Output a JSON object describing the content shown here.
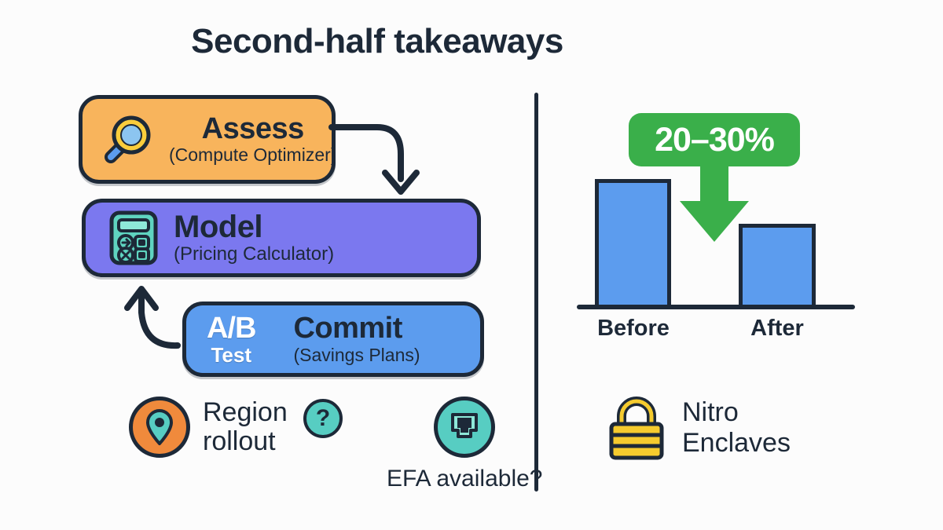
{
  "page": {
    "title": "Second-half takeaways",
    "background": "#fcfcfc",
    "ink": "#1d2938"
  },
  "flow": {
    "steps": [
      {
        "id": "assess",
        "icon": "magnifier-icon",
        "title": "Assess",
        "subtitle": "(Compute Optimizer)",
        "color": "#f8b45c"
      },
      {
        "id": "model",
        "icon": "calculator-icon",
        "title": "Model",
        "subtitle": "(Pricing Calculator)",
        "color": "#7b78ef"
      },
      {
        "id": "commit",
        "icon": "ab-test-label",
        "badge_main": "A/B",
        "badge_sub": "Test",
        "title": "Commit",
        "subtitle": "(Savings Plans)",
        "color": "#5c9cee"
      }
    ],
    "arrows": [
      {
        "id": "assess-to-model",
        "from": "assess",
        "to": "model",
        "direction": "down"
      },
      {
        "id": "commit-to-model",
        "from": "commit",
        "to": "model",
        "direction": "up"
      }
    ]
  },
  "features_left": [
    {
      "id": "region-rollout",
      "icon": "map-pin-icon",
      "icon_color": "#f08a3c",
      "label": "Region\nrollout",
      "badge": "?"
    },
    {
      "id": "efa-available",
      "icon": "ethernet-port-icon",
      "icon_color": "#57cdc2",
      "label": "EFA available?"
    }
  ],
  "features_right": [
    {
      "id": "nitro-enclaves",
      "icon": "padlock-icon",
      "icon_color": "#f5cb2e",
      "label": "Nitro\nEnclaves"
    }
  ],
  "chart_data": {
    "type": "bar",
    "title": "",
    "categories": [
      "Before",
      "After"
    ],
    "values": [
      100,
      75
    ],
    "xlabel": "",
    "ylabel": "",
    "ylim": [
      0,
      115
    ],
    "grid": false,
    "legend": "none",
    "bar_color": "#5c9cee",
    "bar_outline": "#1d2938",
    "annotations": [
      {
        "id": "savings-callout",
        "text": "20–30%",
        "color": "#3aaf4a",
        "text_color": "#ffffff",
        "shape": "rounded-badge-with-down-arrow",
        "meaning": "cost reduction from Before to After"
      }
    ]
  }
}
